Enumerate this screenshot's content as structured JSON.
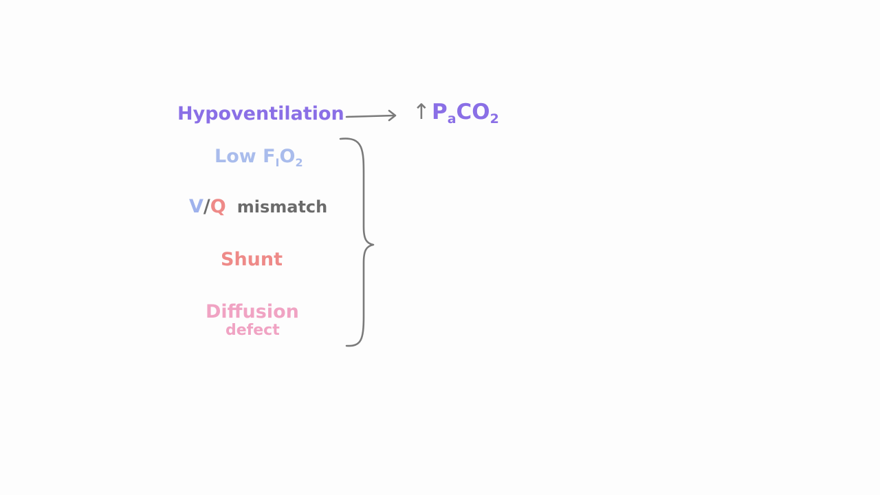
{
  "top": {
    "cause": "Hypoventilation",
    "result": {
      "arrow": "↑",
      "p": "P",
      "sub": "a",
      "co": "CO",
      "two": "2"
    }
  },
  "causes": {
    "low_fio2": {
      "text": "Low F",
      "sub1": "I",
      "o": "O",
      "sub2": "2"
    },
    "vq": {
      "v": "V",
      "slash": "/",
      "q": "Q",
      "rest": "mismatch"
    },
    "shunt": "Shunt",
    "diffusion": {
      "line1": "Diffusion",
      "line2": "defect"
    }
  },
  "colors": {
    "purple": "#8a6fe6",
    "light_blue": "#a9bcec",
    "salmon": "#ee8a88",
    "pink": "#f0a3c3",
    "gray": "#7a7a7a"
  },
  "icons": [
    "right-arrow-icon",
    "up-arrow-icon",
    "curly-brace"
  ]
}
